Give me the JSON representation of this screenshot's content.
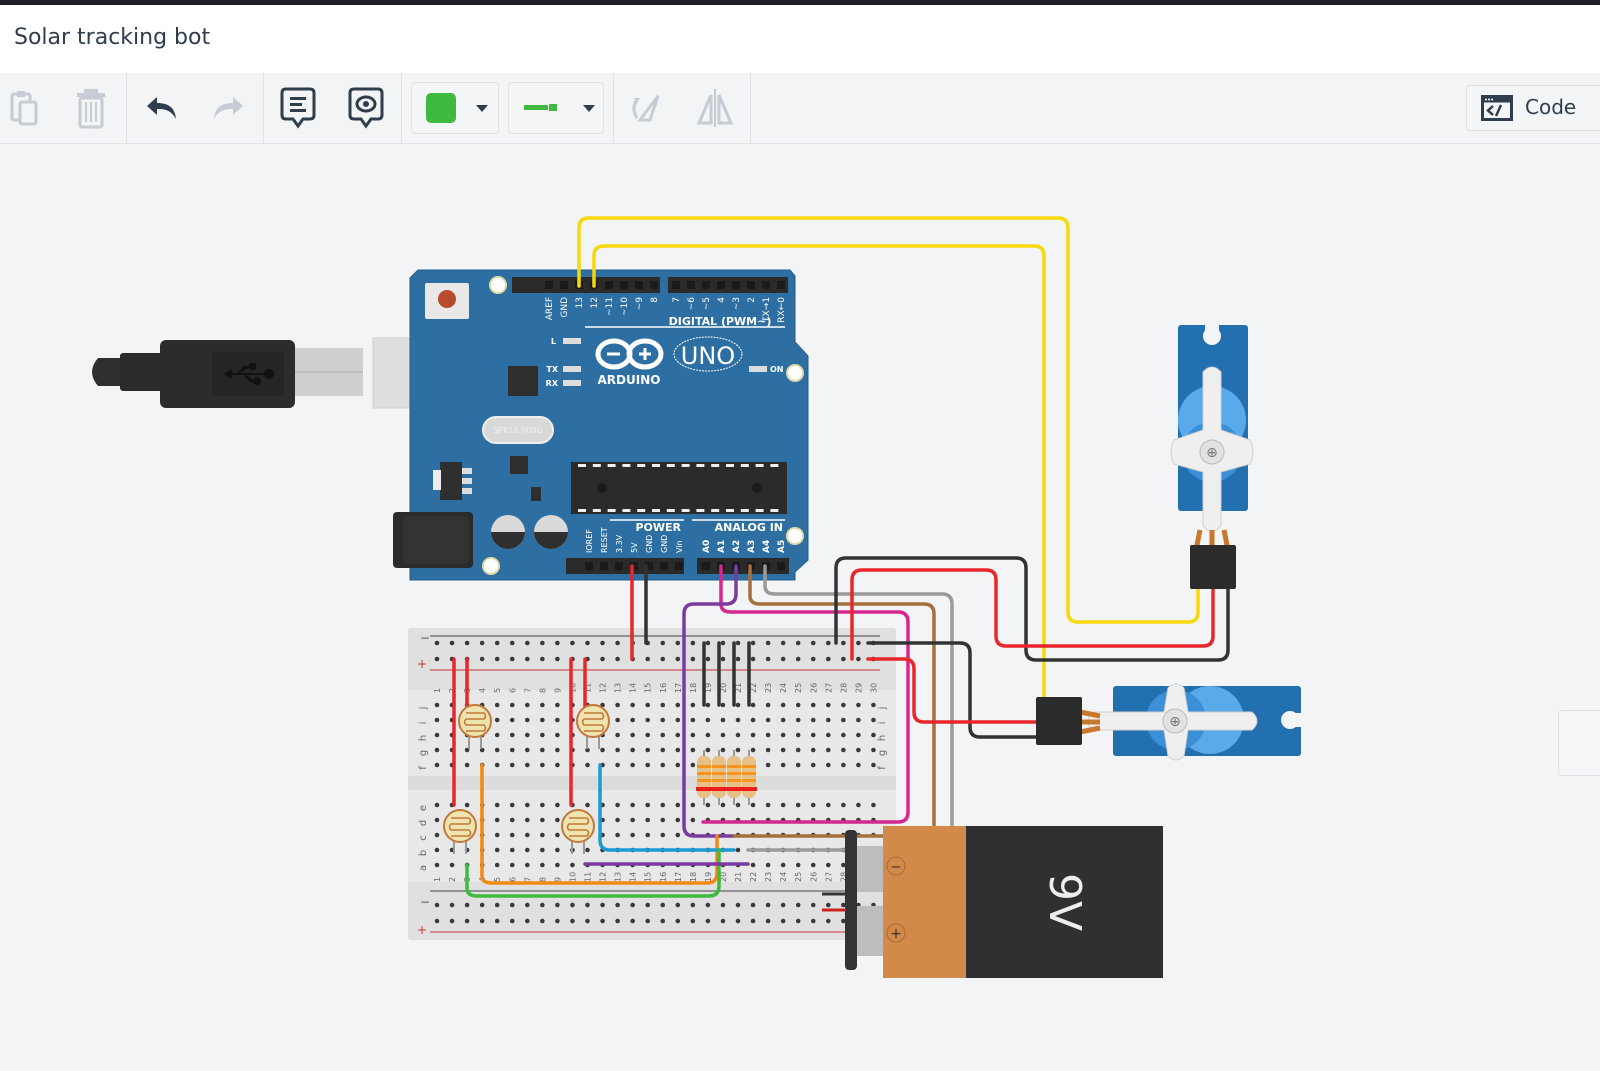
{
  "window": {
    "title": "Solar tracking bot"
  },
  "toolbar": {
    "buttons": [
      {
        "id": "paste",
        "label": "Paste",
        "icon": "clipboard-icon",
        "enabled": false
      },
      {
        "id": "delete",
        "label": "Delete",
        "icon": "trash-icon",
        "enabled": false
      },
      {
        "id": "undo",
        "label": "Undo",
        "icon": "undo-icon",
        "enabled": true
      },
      {
        "id": "redo",
        "label": "Redo",
        "icon": "redo-icon",
        "enabled": false
      },
      {
        "id": "notes",
        "label": "Notes",
        "icon": "note-bubble-icon",
        "enabled": true
      },
      {
        "id": "view-notes",
        "label": "Toggle notes visibility",
        "icon": "eye-bubble-icon",
        "enabled": true
      },
      {
        "id": "rotate",
        "label": "Rotate",
        "icon": "rotate-icon",
        "enabled": false
      },
      {
        "id": "flip",
        "label": "Flip",
        "icon": "flip-icon",
        "enabled": false
      }
    ],
    "wire_color": {
      "label": "Wire color",
      "value": "#3fba3f"
    },
    "wire_type": {
      "label": "Wire type",
      "value": "#3fba3f"
    },
    "code_button": {
      "label": "Code",
      "icon": "code-window-icon"
    }
  },
  "circuit": {
    "arduino": {
      "board": "UNO",
      "brand": "ARDUINO",
      "digital_header_label": "DIGITAL (PWM~)",
      "digital_pins": [
        "AREF",
        "GND",
        "13",
        "12",
        "~11",
        "~10",
        "~9",
        "8",
        "7",
        "~6",
        "~5",
        "4",
        "~3",
        "2",
        "TX→1",
        "RX←0"
      ],
      "power_header_label": "POWER",
      "power_pins": [
        "IOREF",
        "RESET",
        "3.3V",
        "5V",
        "GND",
        "GND",
        "Vin"
      ],
      "analog_header_label": "ANALOG IN",
      "analog_pins": [
        "A0",
        "A1",
        "A2",
        "A3",
        "A4",
        "A5"
      ],
      "led_labels": [
        "L",
        "TX",
        "RX",
        "ON"
      ],
      "crystal_label": "SPK16.000G"
    },
    "battery": {
      "label": "9V",
      "minus": "−",
      "plus": "+"
    },
    "breadboard": {
      "rows_top": [
        "j",
        "i",
        "h",
        "g",
        "f"
      ],
      "rows_bottom": [
        "e",
        "d",
        "c",
        "b",
        "a"
      ],
      "columns": 30,
      "rail_minus": "−",
      "rail_plus": "+"
    },
    "components": {
      "photoresistors": 4,
      "resistors": 4,
      "servos": 2
    },
    "wire_colors": {
      "yellow": "#f5d90a",
      "red": "#e8262b",
      "black": "#333333",
      "purple": "#7b3aa0",
      "magenta": "#d6268f",
      "brown": "#a6703c",
      "gray": "#9a9a9a",
      "orange": "#f2890e",
      "blue": "#1b9ad6",
      "green": "#3fba3f"
    }
  }
}
